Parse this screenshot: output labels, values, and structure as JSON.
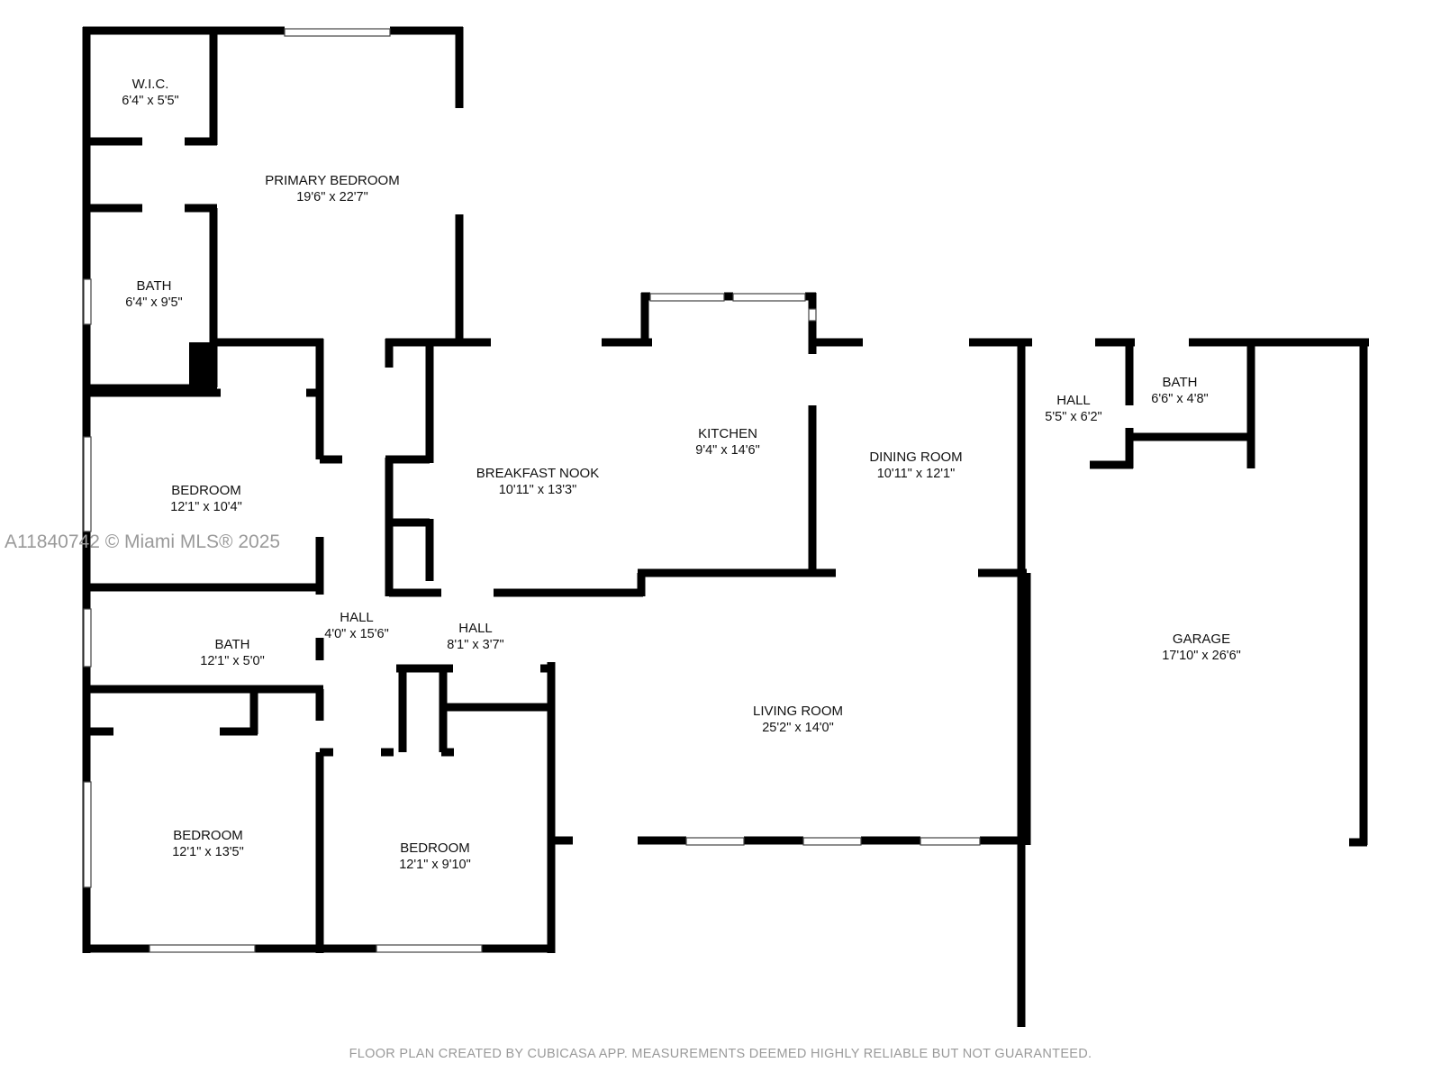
{
  "rooms": [
    {
      "id": "wic",
      "name": "W.I.C.",
      "dims": "6'4\" x 5'5\""
    },
    {
      "id": "primary",
      "name": "PRIMARY BEDROOM",
      "dims": "19'6\" x 22'7\""
    },
    {
      "id": "bath1",
      "name": "BATH",
      "dims": "6'4\" x 9'5\""
    },
    {
      "id": "bed1",
      "name": "BEDROOM",
      "dims": "12'1\" x 10'4\""
    },
    {
      "id": "bath2",
      "name": "BATH",
      "dims": "12'1\" x 5'0\""
    },
    {
      "id": "hall1",
      "name": "HALL",
      "dims": "4'0\" x 15'6\""
    },
    {
      "id": "bed2",
      "name": "BEDROOM",
      "dims": "12'1\" x 13'5\""
    },
    {
      "id": "bed3",
      "name": "BEDROOM",
      "dims": "12'1\" x 9'10\""
    },
    {
      "id": "hall2",
      "name": "HALL",
      "dims": "8'1\" x 3'7\""
    },
    {
      "id": "nook",
      "name": "BREAKFAST NOOK",
      "dims": "10'11\" x 13'3\""
    },
    {
      "id": "kitchen",
      "name": "KITCHEN",
      "dims": "9'4\" x 14'6\""
    },
    {
      "id": "dining",
      "name": "DINING ROOM",
      "dims": "10'11\" x 12'1\""
    },
    {
      "id": "living",
      "name": "LIVING ROOM",
      "dims": "25'2\" x 14'0\""
    },
    {
      "id": "hall3",
      "name": "HALL",
      "dims": "5'5\" x 6'2\""
    },
    {
      "id": "bath3",
      "name": "BATH",
      "dims": "6'6\" x 4'8\""
    },
    {
      "id": "garage",
      "name": "GARAGE",
      "dims": "17'10\" x 26'6\""
    }
  ],
  "watermark": "A11840742 © Miami MLS® 2025",
  "footer": "FLOOR PLAN CREATED BY CUBICASA APP. MEASUREMENTS DEEMED HIGHLY RELIABLE BUT NOT GUARANTEED.",
  "colors": {
    "wall": "#000000",
    "text": "#111111",
    "watermark": "#9a9a9a"
  }
}
